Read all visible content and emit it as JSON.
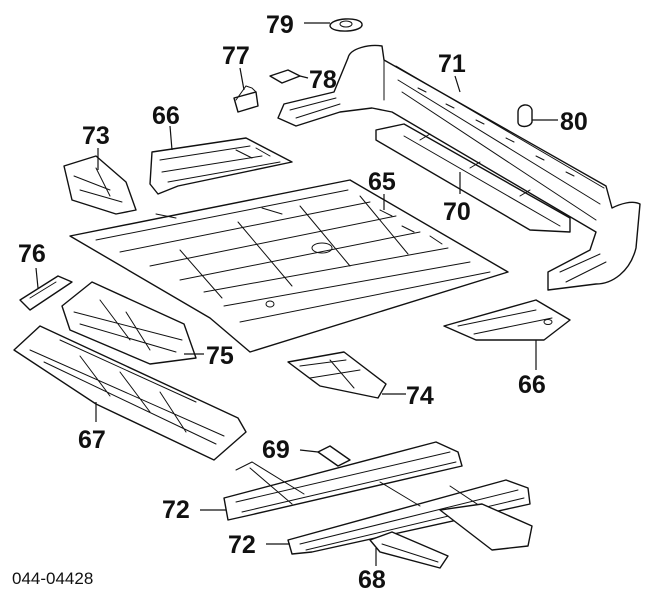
{
  "diagram": {
    "reference_code": "044-04428",
    "callouts": {
      "c79": "79",
      "c77": "77",
      "c78": "78",
      "c71": "71",
      "c66_top": "66",
      "c73": "73",
      "c80": "80",
      "c65": "65",
      "c70": "70",
      "c76": "76",
      "c75": "75",
      "c66_right": "66",
      "c74": "74",
      "c67": "67",
      "c69": "69",
      "c72_upper": "72",
      "c72_lower": "72",
      "c68": "68"
    }
  }
}
